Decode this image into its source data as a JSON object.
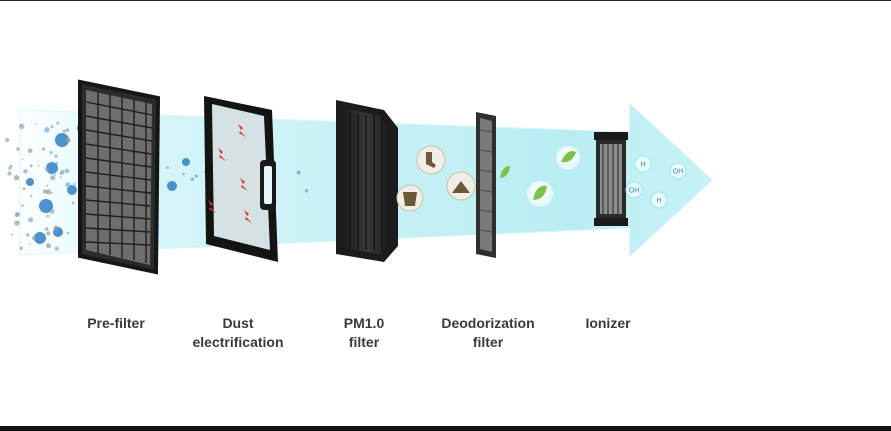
{
  "stages": [
    {
      "id": "pre-filter",
      "lines": [
        "Pre-filter"
      ]
    },
    {
      "id": "dust-electrification",
      "lines": [
        "Dust",
        "electrification"
      ]
    },
    {
      "id": "pm10-filter",
      "lines": [
        "PM1.0",
        "filter"
      ]
    },
    {
      "id": "deodorization-filter",
      "lines": [
        "Deodorization",
        "filter"
      ]
    },
    {
      "id": "ionizer",
      "lines": [
        "Ionizer"
      ]
    }
  ],
  "ion_labels": [
    "H",
    "OH",
    "OH",
    "H"
  ],
  "colors": {
    "airflow": "#bfeff4",
    "airflow_edge": "#8fdfe9",
    "particle": "#2f7fc7",
    "leaf": "#7ec24a",
    "filter_dark": "#2a2a2a",
    "spark": "#e0302a",
    "label": "#3a3a3a"
  },
  "icons": [
    "dust-particle-icon",
    "spark-icon",
    "leaf-icon",
    "sock-odor-icon",
    "trash-odor-icon",
    "food-odor-icon"
  ]
}
